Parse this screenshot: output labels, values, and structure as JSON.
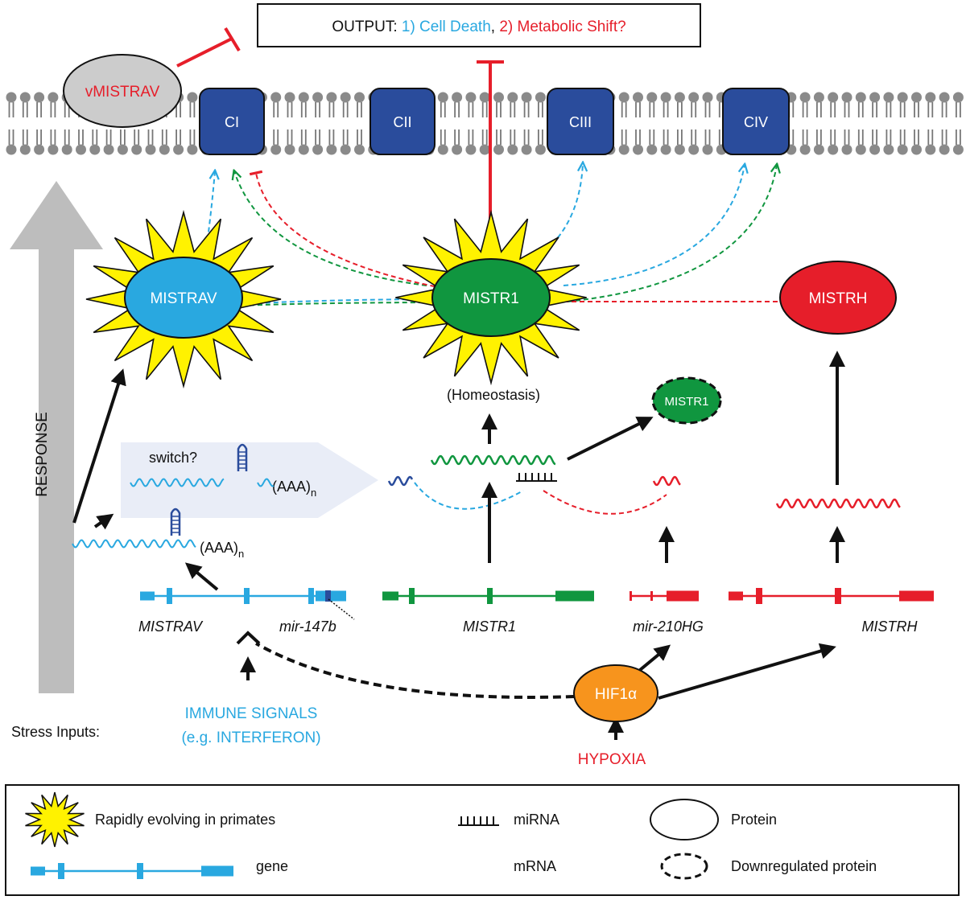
{
  "output": {
    "prefix": "OUTPUT:",
    "cell_death": "1) Cell Death",
    "separator": ",",
    "metabolic_shift": "2) Metabolic Shift?"
  },
  "membrane": {
    "vmistrav": "vMISTRAV",
    "complexes": [
      "CI",
      "CII",
      "CIII",
      "CIV"
    ]
  },
  "proteins": {
    "mistrav": "MISTRAV",
    "mistr1": "MISTR1",
    "mistrh": "MISTRH",
    "mistr1_down": "MISTR1",
    "hif1a": "HIF1α"
  },
  "labels": {
    "homeostasis": "(Homeostasis)",
    "switch": "switch?",
    "polya_1": "(AAA)",
    "polya_2": "(AAA)",
    "polya_sub": "n",
    "response": "RESPONSE",
    "stress_inputs": "Stress Inputs:",
    "immune_1": "IMMUNE SIGNALS",
    "immune_2": "(e.g. INTERFERON)",
    "hypoxia": "HYPOXIA"
  },
  "genes": {
    "mistrav": "MISTRAV",
    "mir147b": "mir-147b",
    "mistr1": "MISTR1",
    "mir210hg": "mir-210HG",
    "mistrh": "MISTRH"
  },
  "legend": {
    "rapid": "Rapidly evolving in primates",
    "mirna": "miRNA",
    "protein": "Protein",
    "gene": "gene",
    "mrna": "mRNA",
    "downregulated": "Downregulated protein"
  },
  "colors": {
    "blue": "#29a8e0",
    "green": "#10963f",
    "red": "#e61e2a",
    "navy": "#2a4c9c",
    "yellow": "#fff200",
    "orange": "#f7941d",
    "gray": "#bdbdbd"
  }
}
